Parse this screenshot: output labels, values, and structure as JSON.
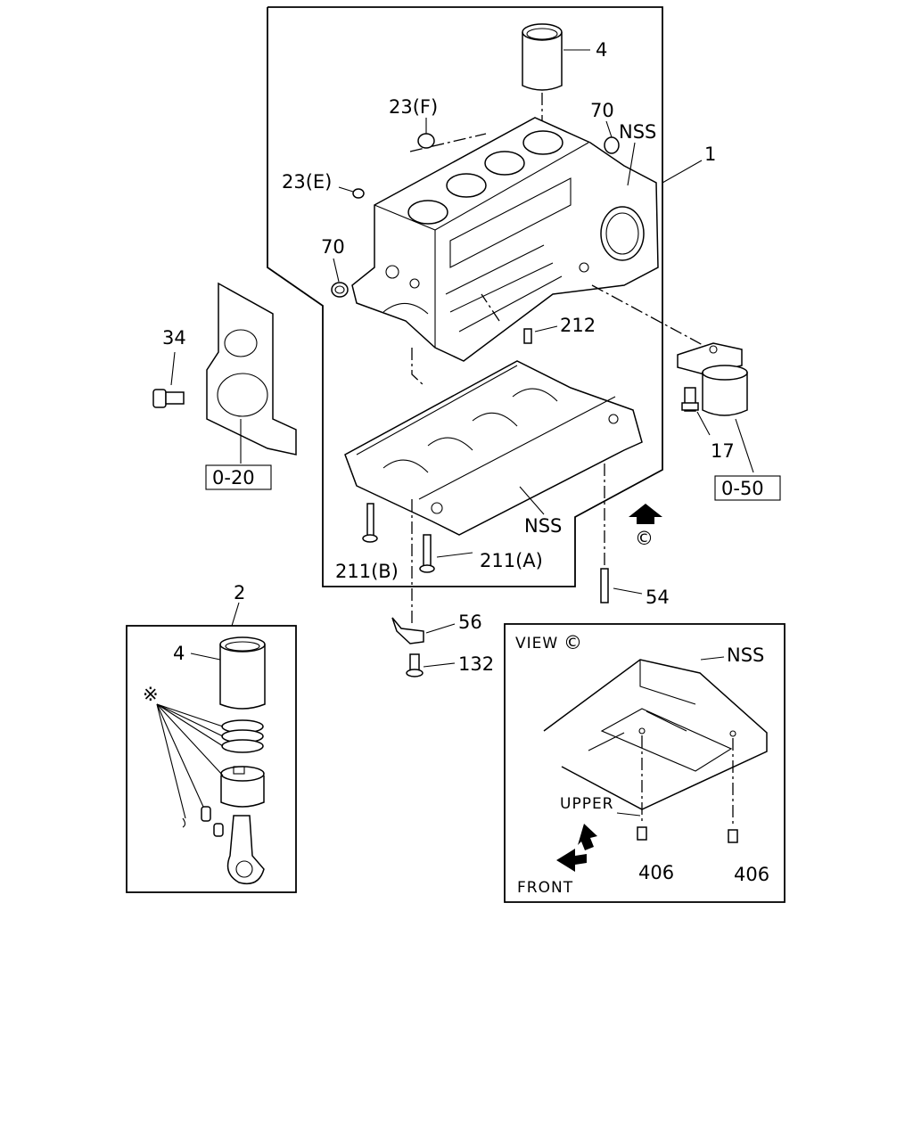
{
  "callouts": {
    "liner_top": "4",
    "plug_f": "23(F)",
    "plug_e": "23(E)",
    "seal_upper": "70",
    "seal_left": "70",
    "nss_block": "NSS",
    "assembly_1": "1",
    "bolt_212": "212",
    "plug_34": "34",
    "ref_left": "0-20",
    "sensor_17": "17",
    "ref_right": "0-50",
    "nss_lower": "NSS",
    "bolt_211b": "211(B)",
    "bolt_211a": "211(A)",
    "stud_54": "54",
    "view_c_mark": "©",
    "bracket_56": "56",
    "bolt_132": "132",
    "piston_kit_2": "2",
    "liner_kit": "4",
    "asterisk": "※"
  },
  "view_panel": {
    "title": "VIEW",
    "title_mark": "©",
    "nss": "NSS",
    "upper": "UPPER",
    "front": "FRONT",
    "dowel_left": "406",
    "dowel_right": "406"
  }
}
